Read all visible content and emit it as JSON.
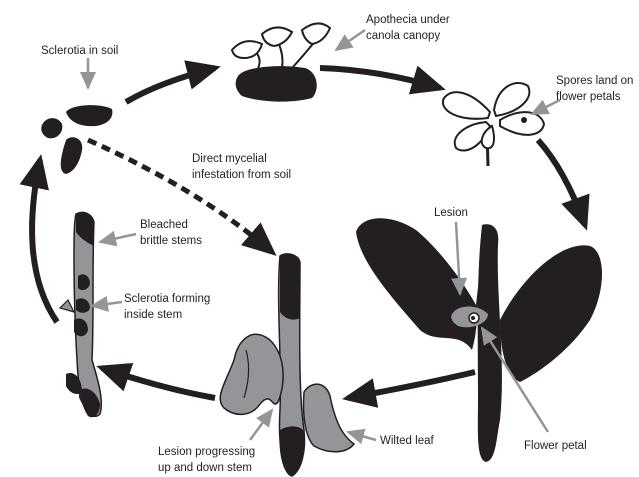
{
  "labels": {
    "sclerotia_soil": "Sclerotia in soil",
    "apothecia_1": "Apothecia under",
    "apothecia_2": "canola canopy",
    "spores_1": "Spores land on",
    "spores_2": "flower petals",
    "mycelial_1": "Direct mycelial",
    "mycelial_2": "infestation from soil",
    "bleached_1": "Bleached",
    "bleached_2": "brittle stems",
    "sclerotia_stem_1": "Sclerotia forming",
    "sclerotia_stem_2": "inside stem",
    "lesion": "Lesion",
    "progressing_1": "Lesion progressing",
    "progressing_2": "up and down stem",
    "wilted": "Wilted leaf",
    "flower_petal": "Flower petal"
  },
  "colors": {
    "black": "#231f20",
    "gray": "#939598",
    "white": "#ffffff"
  }
}
